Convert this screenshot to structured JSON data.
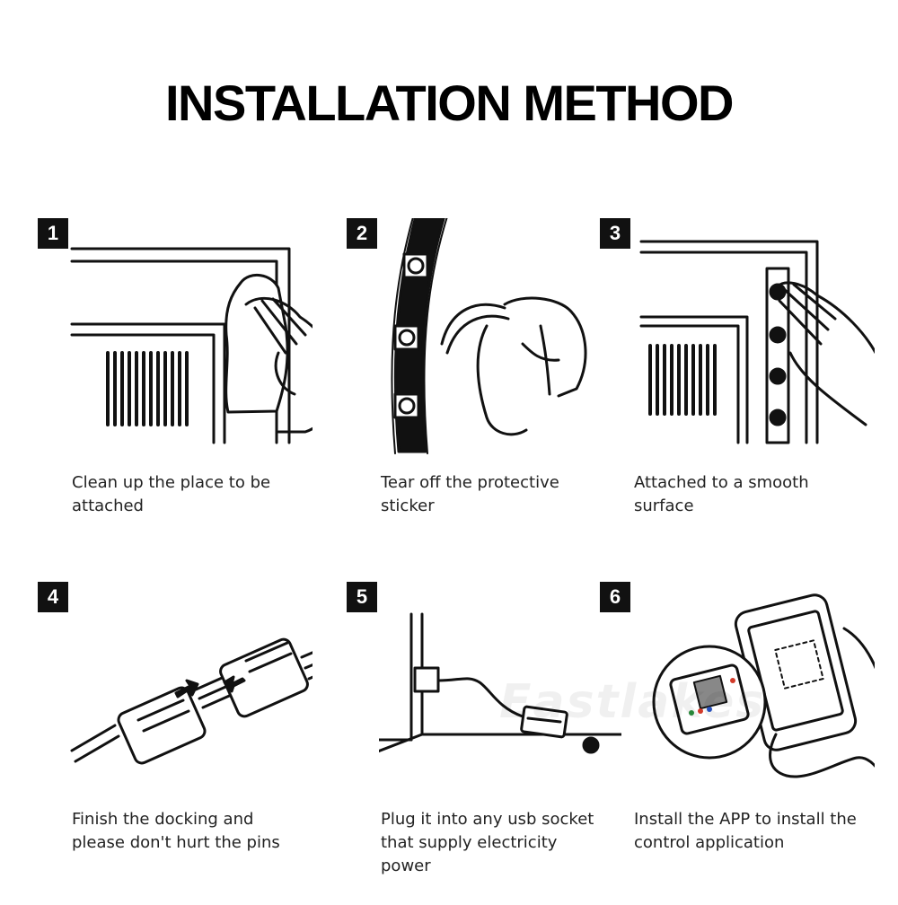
{
  "title": "INSTALLATION METHOD",
  "steps": [
    {
      "number": "1",
      "caption": "Clean up the place to be attached",
      "icon": "wipe-surface-icon"
    },
    {
      "number": "2",
      "caption": "Tear off the protective sticker",
      "icon": "peel-sticker-icon"
    },
    {
      "number": "3",
      "caption": "Attached to a smooth surface",
      "icon": "attach-strip-icon"
    },
    {
      "number": "4",
      "caption": "Finish the docking and please don't hurt the pins",
      "icon": "connector-docking-icon"
    },
    {
      "number": "5",
      "caption": "Plug it into any usb socket that supply electricity power",
      "icon": "usb-plug-icon"
    },
    {
      "number": "6",
      "caption": "Install the APP to install the control application",
      "icon": "phone-app-icon"
    }
  ],
  "watermark": "Eastlakes",
  "colors": {
    "ink": "#111111",
    "background": "#ffffff"
  }
}
